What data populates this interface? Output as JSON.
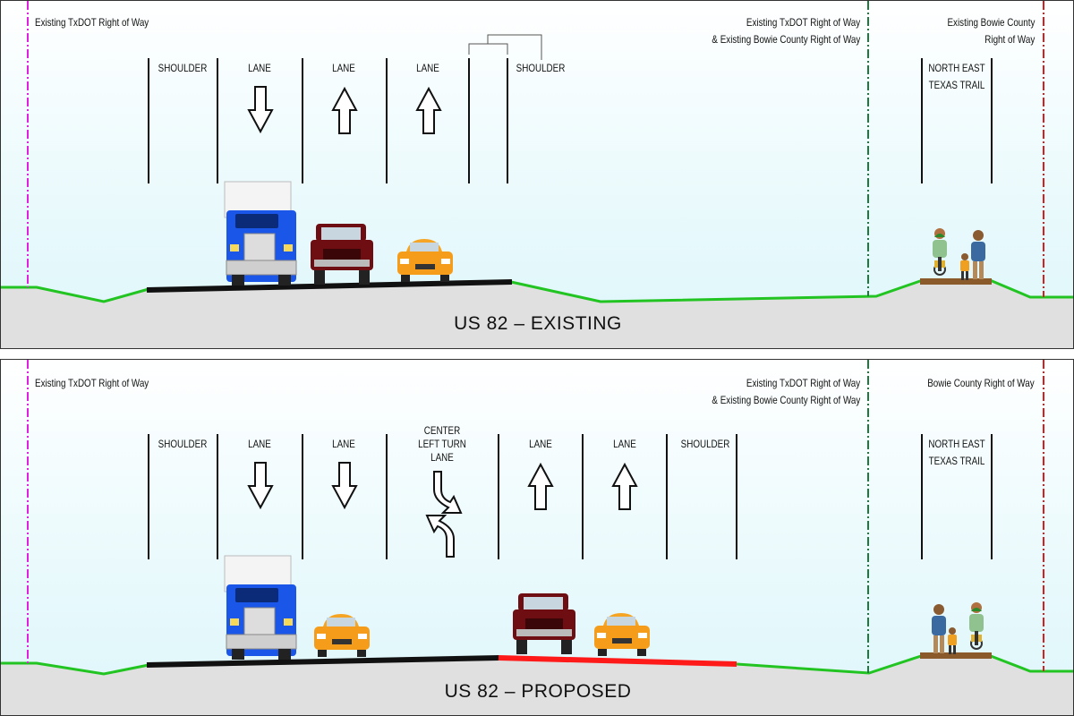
{
  "existing": {
    "title": "US 82 – EXISTING",
    "row_left": "Existing TxDOT Right of Way",
    "row_mid_1": "Existing TxDOT Right of Way",
    "row_mid_2": "& Existing Bowie County Right of Way",
    "row_right_1": "Existing Bowie County",
    "row_right_2": "Right of Way",
    "lanes": [
      "SHOULDER",
      "LANE",
      "LANE",
      "LANE",
      "SHOULDER"
    ],
    "trail_1": "NORTH EAST",
    "trail_2": "TEXAS TRAIL"
  },
  "proposed": {
    "title": "US 82 – PROPOSED",
    "row_left": "Existing TxDOT Right of Way",
    "row_mid_1": "Existing TxDOT Right of Way",
    "row_mid_2": "& Existing Bowie County Right of Way",
    "row_right": "Bowie County Right of Way",
    "lanes": [
      "SHOULDER",
      "LANE",
      "LANE",
      "CENTER",
      "LEFT TURN",
      "LANE",
      "LANE",
      "LANE",
      "SHOULDER"
    ],
    "trail_1": "NORTH EAST",
    "trail_2": "TEXAS TRAIL"
  },
  "colors": {
    "txdot_row_line": "#e020e0",
    "bowie_shared_row_line": "#1e7a3c",
    "bowie_row_line": "#d42020",
    "grade": "#22c422",
    "existing_pavement": "#111111",
    "proposed_pavement": "#ff1a1a",
    "ground": "#e0e0e0"
  }
}
